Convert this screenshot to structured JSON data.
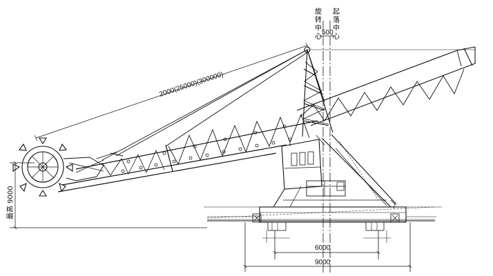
{
  "labels": {
    "rotation_center": [
      "旋",
      "转",
      "中",
      "心"
    ],
    "lift_center": [
      "起",
      "落",
      "中",
      "心"
    ],
    "offset_500": "500",
    "boom_length": "2000(25000)(300000)",
    "max_height": "最高 9000",
    "span_6000": "6000",
    "span_9000": "9000"
  },
  "colors": {
    "line": "#111111",
    "background": "#ffffff"
  }
}
